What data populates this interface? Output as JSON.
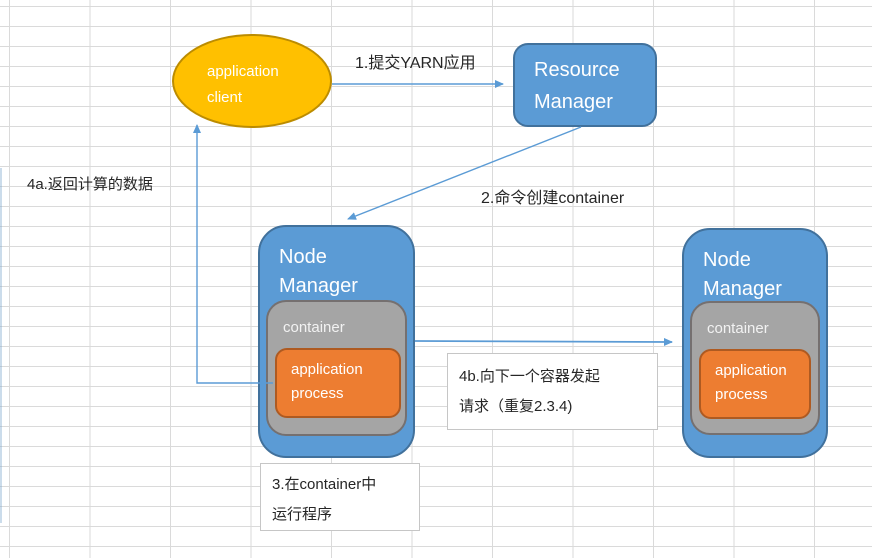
{
  "diagram": {
    "client": {
      "lines": [
        "application",
        "client"
      ]
    },
    "resource_manager": {
      "lines": [
        "Resource",
        "Manager"
      ]
    },
    "node_manager_left": {
      "title_lines": [
        "Node",
        "Manager"
      ],
      "container_label": "container",
      "process_lines": [
        "application",
        "process"
      ]
    },
    "node_manager_right": {
      "title_lines": [
        "Node",
        "Manager"
      ],
      "container_label": "container",
      "process_lines": [
        "application",
        "process"
      ]
    },
    "arrow_labels": {
      "step1": "1.提交YARN应用",
      "step2": "2.命令创建container",
      "step3_lines": [
        "3.在container中",
        "运行程序"
      ],
      "step4a": "4a.返回计算的数据",
      "step4b_lines": [
        "4b.向下一个容器发起",
        "请求（重复2.3.4)"
      ]
    },
    "colors": {
      "client_fill": "#FFC000",
      "client_border": "#BC8C00",
      "blue_fill": "#5B9BD5",
      "blue_border": "#41719C",
      "gray_fill": "#A5A5A5",
      "gray_border": "#757070",
      "orange_fill": "#ED7D31",
      "orange_border": "#AE5A21",
      "connector": "#5B9BD5",
      "grid_line": "#DADADA",
      "note_border": "#C6C6C6",
      "text": "#262626",
      "shape_text": "#FFFFFF"
    }
  }
}
